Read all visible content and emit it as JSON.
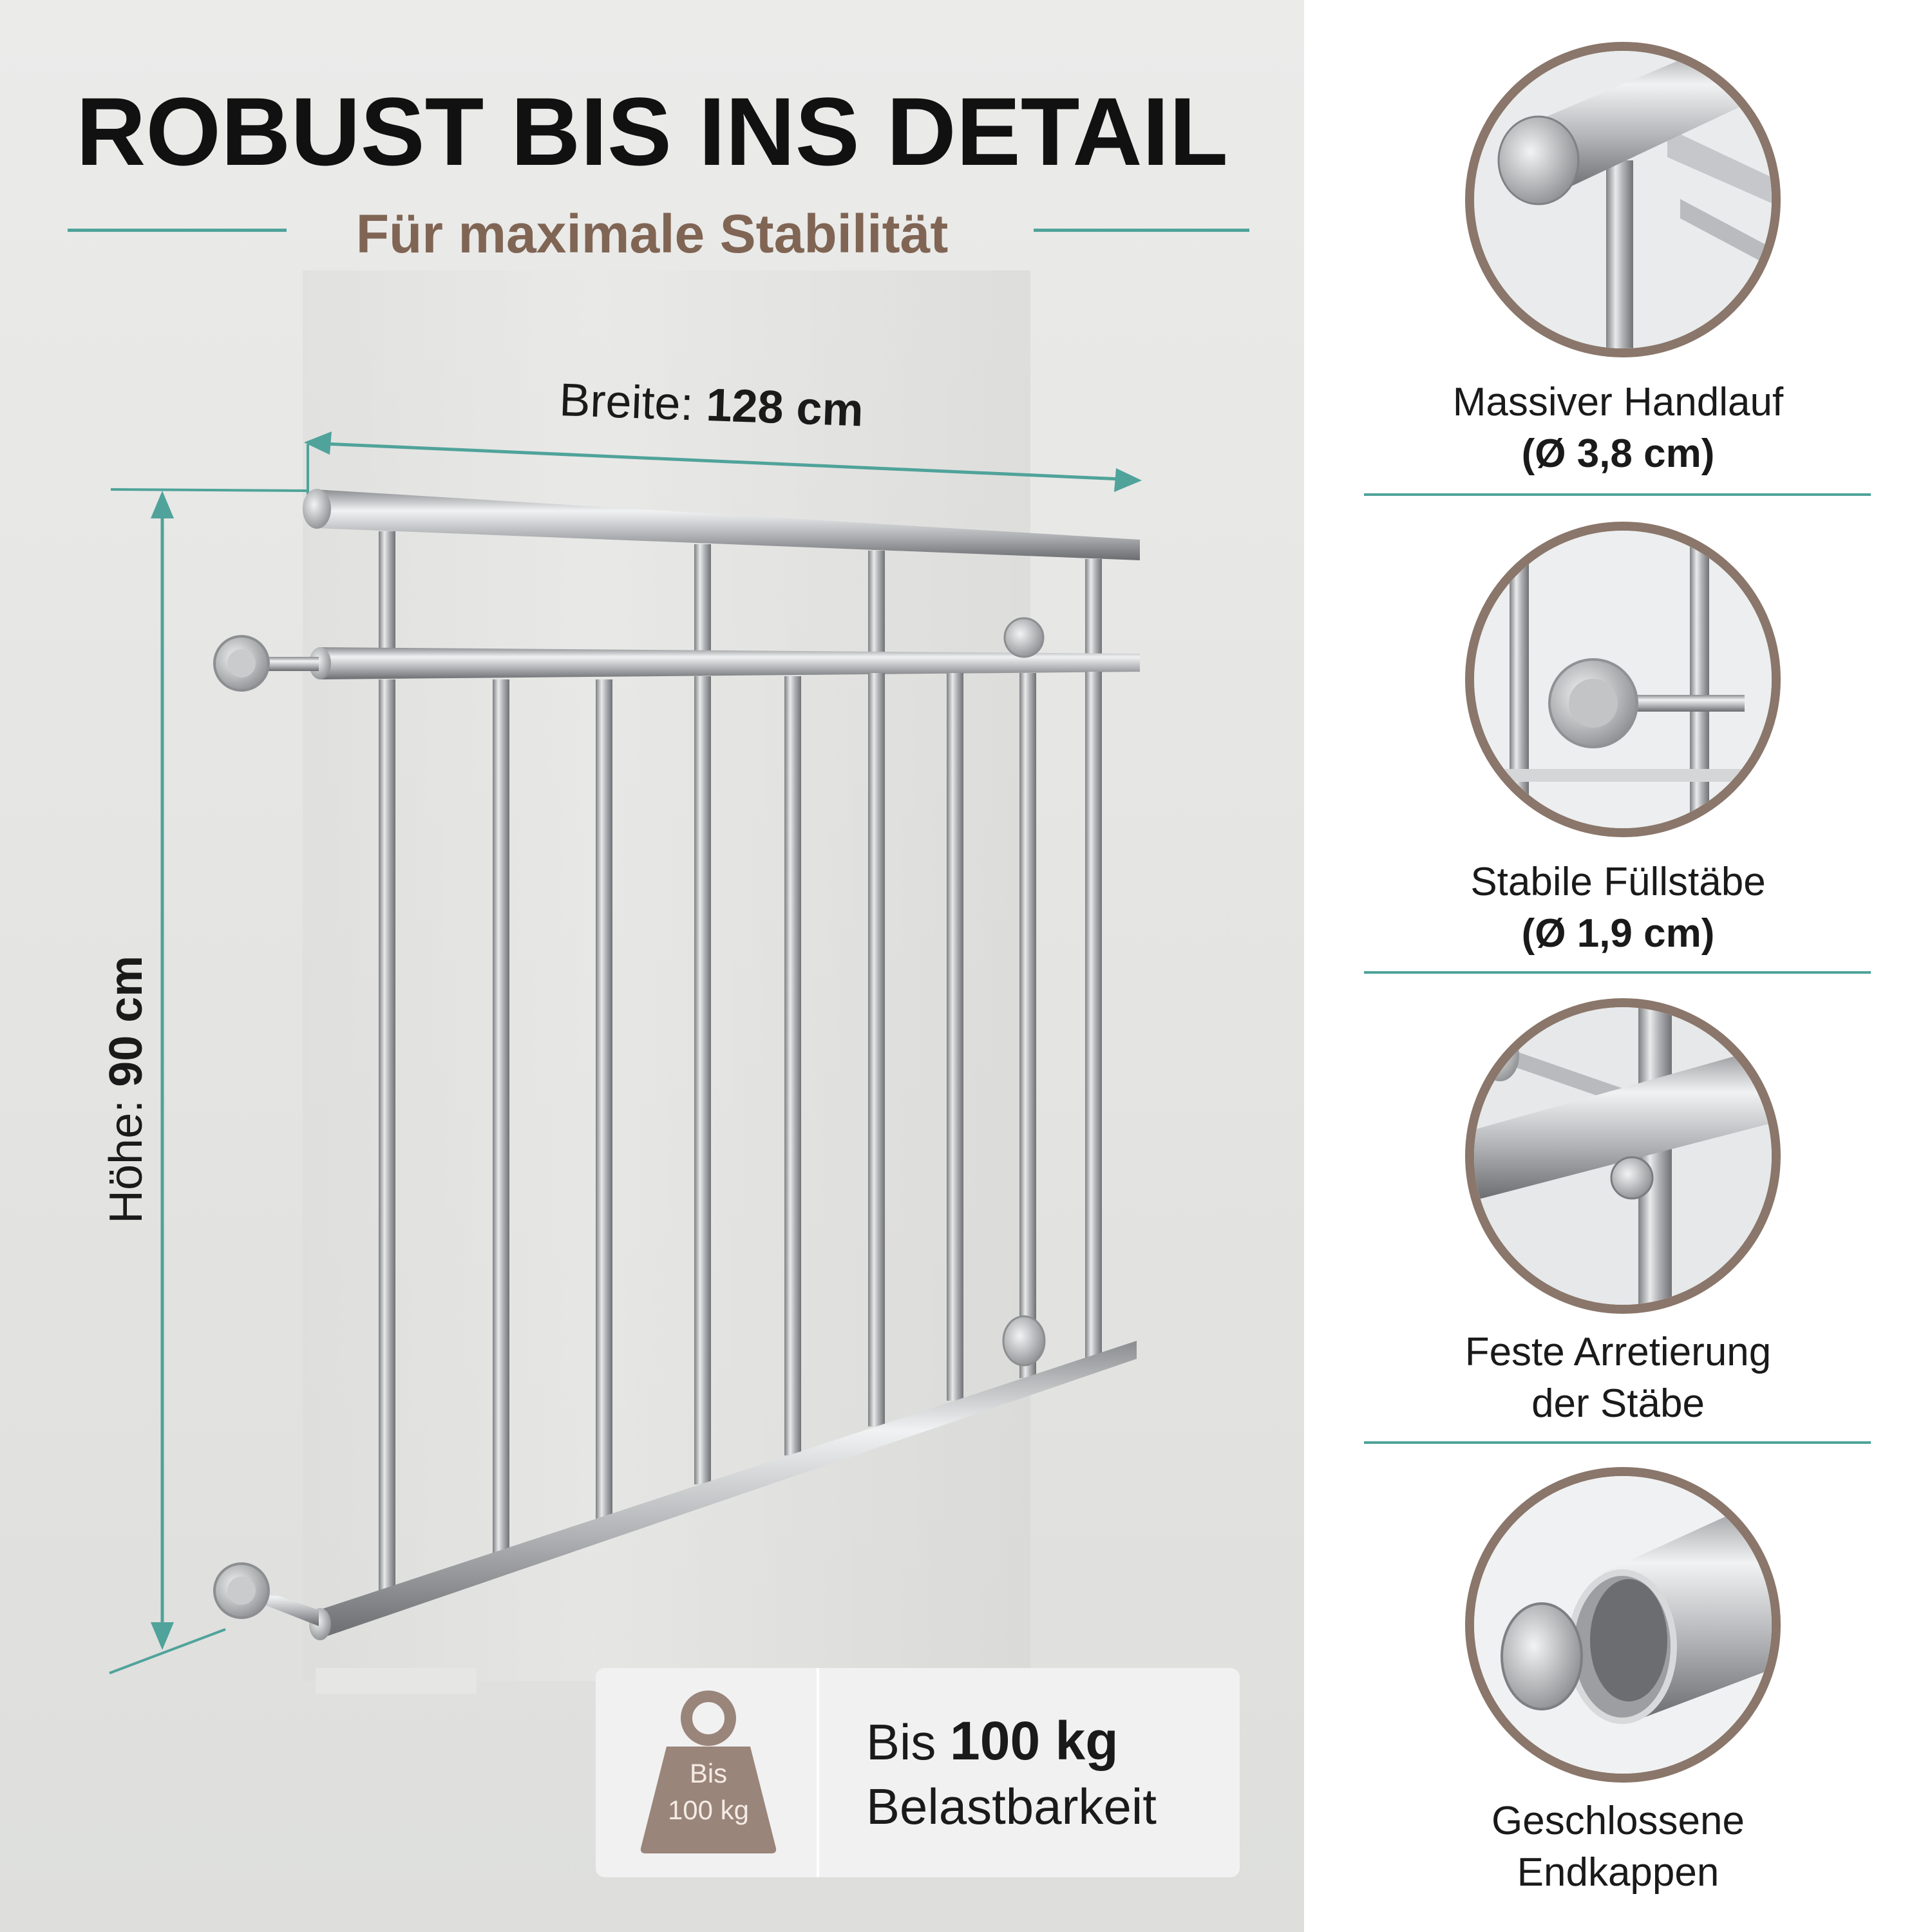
{
  "header": {
    "title": "ROBUST BIS INS DETAIL",
    "subtitle": "Für maximale Stabilität"
  },
  "dimensions": {
    "width_label": "Breite:",
    "width_value": "128 cm",
    "height_label": "Höhe:",
    "height_value": "90 cm"
  },
  "load": {
    "icon_line1": "Bis",
    "icon_line2": "100 kg",
    "prefix": "Bis",
    "value": "100 kg",
    "suffix": "Belastbarkeit"
  },
  "features": [
    {
      "line1": "Massiver Handlauf",
      "line2": "(Ø 3,8 cm)",
      "line2_bold": true,
      "icon": "handrail-end-icon"
    },
    {
      "line1": "Stabile Füllstäbe",
      "line2": "(Ø 1,9 cm)",
      "line2_bold": true,
      "icon": "wall-mount-icon"
    },
    {
      "line1": "Feste Arretierung",
      "line2": "der Stäbe",
      "line2_bold": false,
      "icon": "screw-lock-icon"
    },
    {
      "line1": "Geschlossene",
      "line2": "Endkappen",
      "line2_bold": false,
      "icon": "end-cap-icon"
    }
  ],
  "colors": {
    "accent_teal": "#4fa39a",
    "accent_brown": "#806554",
    "circle_border": "#8a766a",
    "weight_icon": "#9a857a"
  }
}
